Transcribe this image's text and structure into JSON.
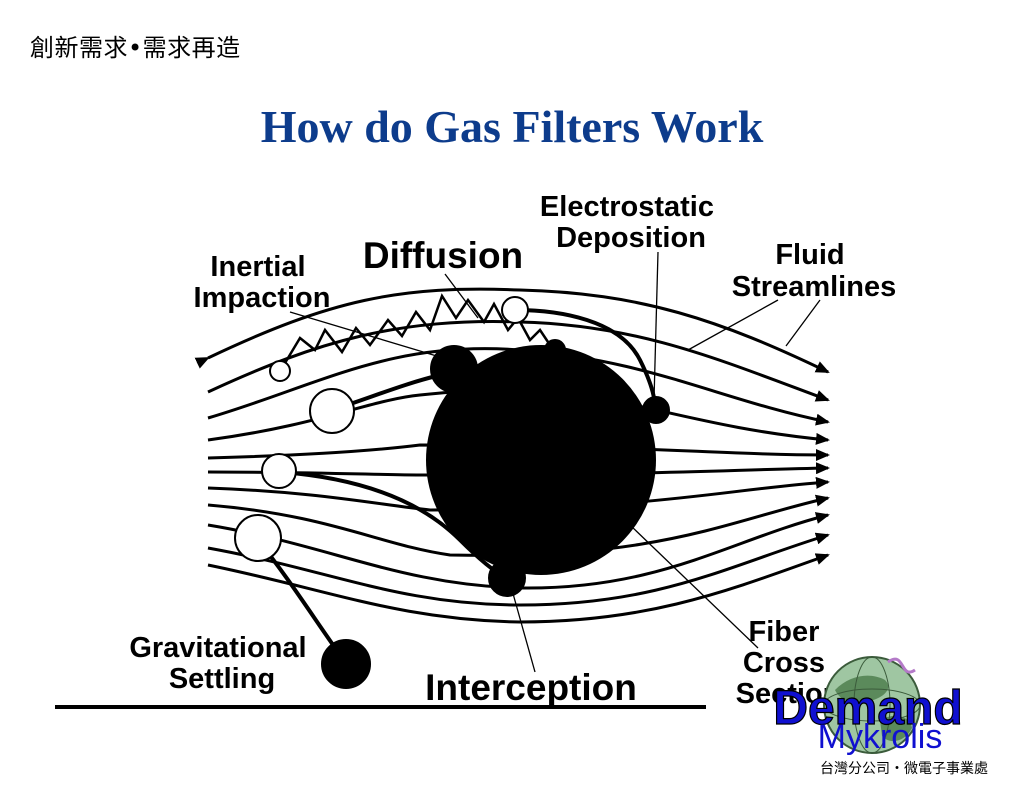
{
  "header": {
    "tagline": "創新需求•需求再造"
  },
  "title": "How do Gas Filters Work",
  "labels": {
    "inertial_impaction": [
      "Inertial",
      "Impaction"
    ],
    "diffusion": "Diffusion",
    "electrostatic_deposition": [
      "Electrostatic",
      "Deposition"
    ],
    "fluid_streamlines": [
      "Fluid",
      "Streamlines"
    ],
    "gravitational_settling": [
      "Gravitational",
      "Settling"
    ],
    "interception": "Interception",
    "fiber_cross_section": [
      "Fiber",
      "Cross",
      "Section"
    ]
  },
  "logo": {
    "demand": "Demand",
    "mykrolis": "Mykrolis"
  },
  "footer": "台灣分公司・微電子事業處"
}
